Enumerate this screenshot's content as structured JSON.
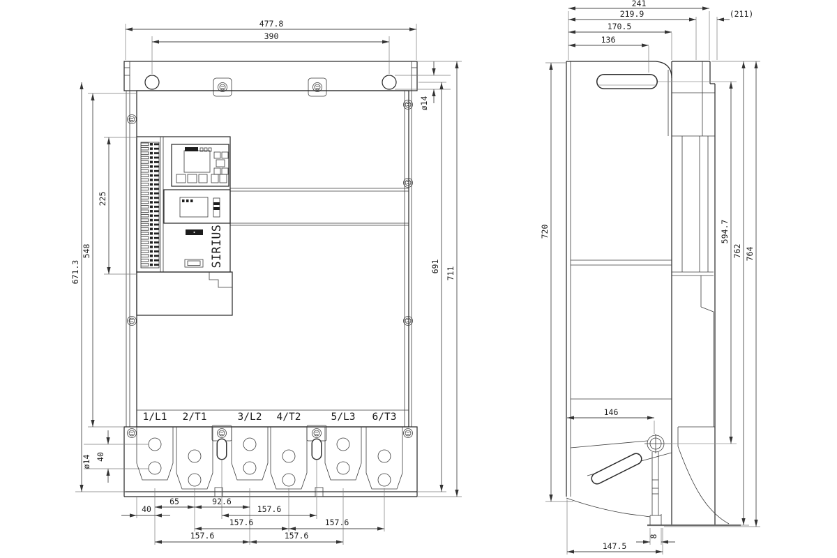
{
  "drawing": {
    "product_label": "SIRIUS",
    "front": {
      "terminals": [
        "1/L1",
        "2/T1",
        "3/L2",
        "4/T2",
        "5/L3",
        "6/T3"
      ],
      "dims": {
        "total_width": "477.8",
        "mount_hole_spacing_x": "390",
        "height_671": "671.3",
        "height_548": "548",
        "control_module_height": "225",
        "mount_hole_dia": "ø14",
        "bottom_hole_dia": "ø14",
        "bottom_hole_offset_y": "40",
        "bottom_edge_offset_x": "40",
        "terminal_offset_65": "65",
        "terminal_offset_92": "92.6",
        "terminal_pitch": "157.6",
        "mount_hole_height": "691",
        "total_height": "711"
      }
    },
    "side": {
      "dims": {
        "depth_total": "241",
        "depth_219": "219.9",
        "depth_211_ref": "(211)",
        "depth_170": "170.5",
        "depth_136": "136",
        "plate_height": "720",
        "slot_to_screw": "594.7",
        "height_762": "762",
        "height_764": "764",
        "bracket_reach": "146",
        "foot_width": "8",
        "bracket_depth": "147.5"
      }
    }
  }
}
